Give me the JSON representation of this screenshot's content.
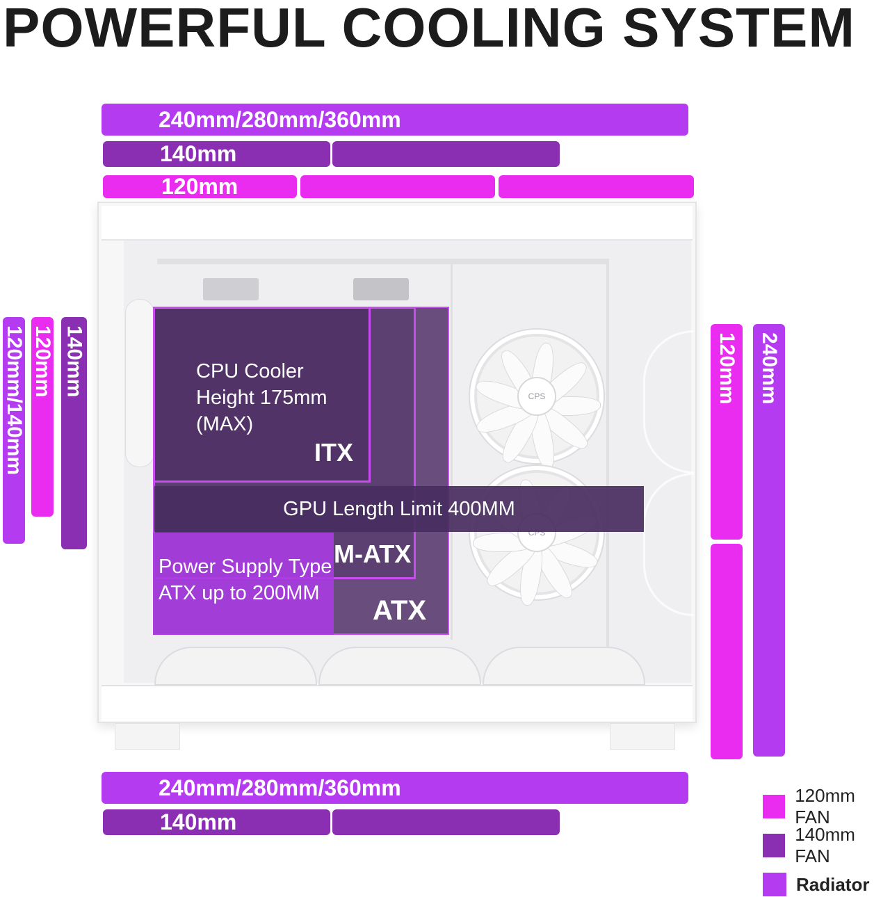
{
  "title": "POWERFUL COOLING SYSTEM",
  "colors": {
    "fan_120": "#ea2cf0",
    "fan_140": "#8a2fb2",
    "radiator": "#b43bf0",
    "zone_dark": "#4b2a63",
    "zone_light": "#a83ce0"
  },
  "top": {
    "radiator": "240mm/280mm/360mm",
    "fan_140": "140mm",
    "fan_120": "120mm"
  },
  "bottom": {
    "radiator": "240mm/280mm/360mm",
    "fan_140": "140mm"
  },
  "rear": {
    "radiator": "120mm/140mm",
    "fan_120": "120mm",
    "fan_140": "140mm"
  },
  "front": {
    "fan_120": "120mm",
    "radiator": "240mm"
  },
  "case": {
    "cpu_cooler": [
      "CPU Cooler",
      "Height 175mm",
      "(MAX)"
    ],
    "itx": "ITX",
    "matx": "M-ATX",
    "atx": "ATX",
    "gpu": "GPU Length Limit 400MM",
    "psu": [
      "Power Supply Type",
      "ATX up to 200MM"
    ],
    "fan_logo": "CPS"
  },
  "legend": [
    {
      "label": "120mm FAN",
      "color": "#ea2cf0",
      "icon": "swatch-120"
    },
    {
      "label": "140mm FAN",
      "color": "#8a2fb2",
      "icon": "swatch-140"
    },
    {
      "label": "Radiator",
      "color": "#b43bf0",
      "icon": "swatch-radiator"
    }
  ]
}
